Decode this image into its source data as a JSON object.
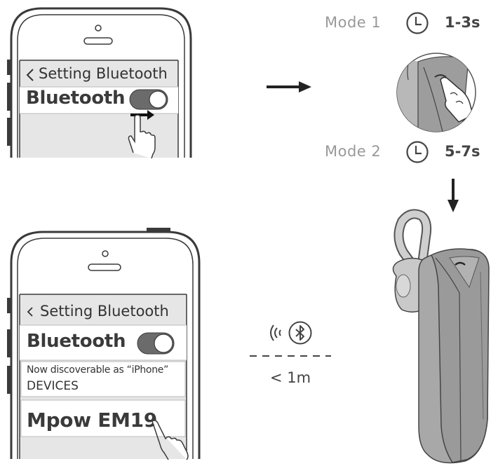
{
  "phone_top": {
    "nav_title": "Setting Bluetooth",
    "bluetooth_label": "Bluetooth"
  },
  "phone_bottom": {
    "nav_title": "Setting Bluetooth",
    "bluetooth_label": "Bluetooth",
    "discoverable_text": "Now discoverable as “iPhone”",
    "devices_header": "DEVICES",
    "device_name": "Mpow EM19"
  },
  "modes": [
    {
      "label": "Mode 1",
      "duration": "1-3s"
    },
    {
      "label": "Mode 2",
      "duration": "5-7s"
    }
  ],
  "pairing": {
    "distance": "< 1m"
  },
  "icons": [
    "back-chevron-icon",
    "toggle-switch-icon",
    "hand-pointer-icon",
    "clock-icon",
    "bluetooth-icon",
    "signal-waves-icon",
    "arrow-right-icon",
    "arrow-down-icon",
    "headset-icon"
  ],
  "colors": {
    "line": "#3a3a3a",
    "screen_bg": "#e6e6e6",
    "toggle": "#6b6b6b",
    "headset": "#9a9a9a"
  }
}
